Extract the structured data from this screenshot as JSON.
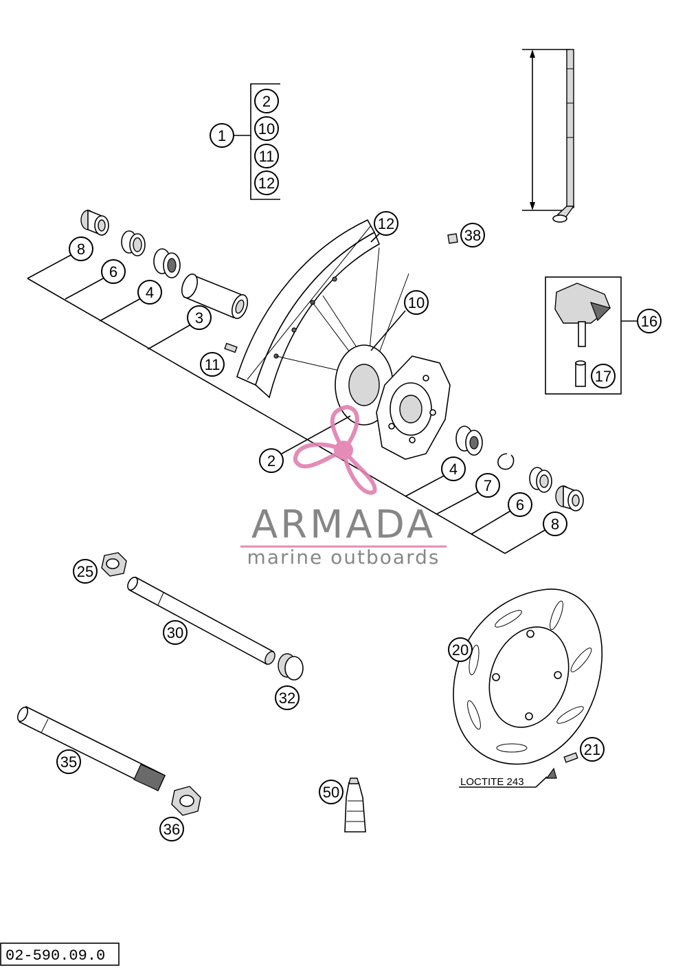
{
  "callouts": {
    "c1": "1",
    "c2a": "2",
    "c10a": "10",
    "c11a": "11",
    "c12a": "12",
    "c12": "12",
    "c38": "38",
    "c10": "10",
    "c8": "8",
    "c6": "6",
    "c4": "4",
    "c3": "3",
    "c11": "11",
    "c16": "16",
    "c17": "17",
    "c2": "2",
    "c4b": "4",
    "c7": "7",
    "c6b": "6",
    "c8b": "8",
    "c25": "25",
    "c30": "30",
    "c32": "32",
    "c20": "20",
    "c21": "21",
    "c35": "35",
    "c36": "36",
    "c50": "50"
  },
  "watermark": {
    "title": "ARMADA",
    "subtitle": "marine outboards",
    "color_pink": "#e27fb0",
    "color_gray": "#7a7a7a"
  },
  "labels": {
    "loctite": "LOCTITE 243",
    "document_number": "02-590.09.0"
  }
}
